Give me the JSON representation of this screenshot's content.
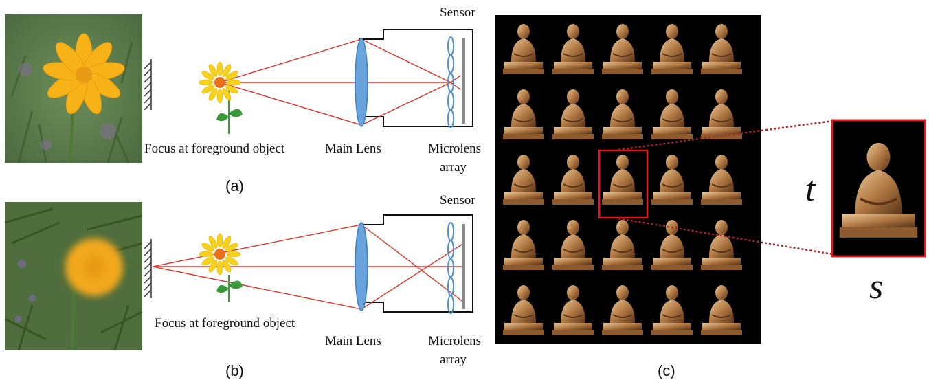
{
  "panel_a": {
    "caption": "(a)",
    "object_label": "Focus at foreground object",
    "sensor_label": "Sensor",
    "main_lens_label": "Main Lens",
    "microlens_label_line1": "Microlens",
    "microlens_label_line2": "array"
  },
  "panel_b": {
    "caption": "(b)",
    "object_label": "Focus at foreground object",
    "sensor_label": "Sensor",
    "main_lens_label": "Main Lens",
    "microlens_label_line1": "Microlens",
    "microlens_label_line2": "array"
  },
  "panel_c": {
    "caption": "(c)",
    "axis_t": "t",
    "axis_s": "s",
    "grid_rows": 5,
    "grid_cols": 5
  },
  "colors": {
    "ray": "#d8352a",
    "lens": "#5b9bd5",
    "highlight": "#e0191e",
    "petal": "#f7d21c",
    "flower_center": "#e8701a",
    "leaf": "#3a9a3a"
  }
}
